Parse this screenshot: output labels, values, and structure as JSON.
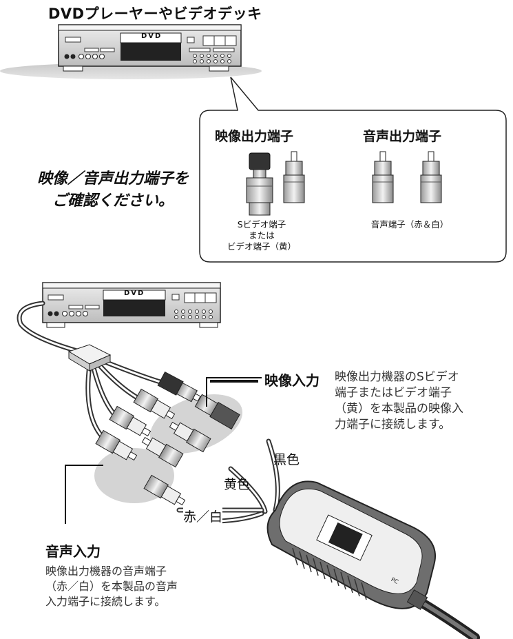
{
  "player_label": "DVDプレーヤーやビデオデッキ",
  "dvd_text": "DVD",
  "callout": {
    "video_out_title": "映像出力端子",
    "audio_out_title": "音声出力端子",
    "video_caption_lines": [
      "Sビデオ端子",
      "または",
      "ビデオ端子（黄）"
    ],
    "audio_caption": "音声端子（赤＆白）"
  },
  "confirm_lines": [
    "映像／音声出力端子を",
    "ご確認ください。"
  ],
  "video_in": {
    "label": "映像入力",
    "desc_lines": [
      "映像出力機器のSビデオ",
      "端子またはビデオ端子",
      "（黄）を本製品の映像入",
      "力端子に接続します。"
    ]
  },
  "audio_in": {
    "label": "音声入力",
    "desc_lines": [
      "映像出力機器の音声端子",
      "（赤／白）を本製品の音声",
      "入力端子に接続します。"
    ]
  },
  "wire_labels": {
    "yellow": "黄色",
    "black": "黒色",
    "red_white": "赤／白"
  },
  "device_text": "PC"
}
